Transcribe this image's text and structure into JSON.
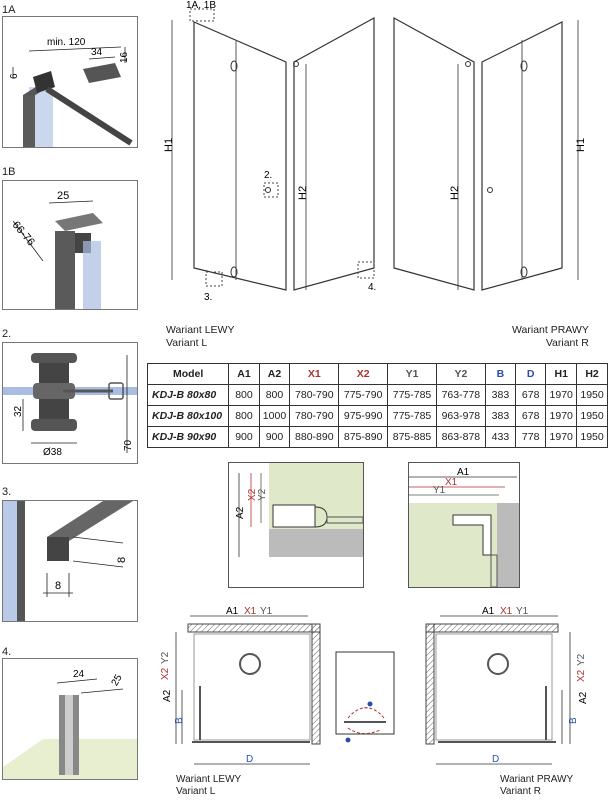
{
  "details": [
    {
      "label": "1A",
      "dims": [
        "min. 120",
        "34",
        "16",
        "6"
      ]
    },
    {
      "label": "1B",
      "dims": [
        "25",
        "66-76"
      ]
    },
    {
      "label": "2.",
      "dims": [
        "32",
        "Ø38",
        "70"
      ]
    },
    {
      "label": "3.",
      "dims": [
        "8",
        "8"
      ]
    },
    {
      "label": "4.",
      "dims": [
        "24",
        "25"
      ]
    }
  ],
  "elevation": {
    "left_tag": "1A, 1B",
    "callouts": [
      "2.",
      "3.",
      "4."
    ],
    "h1": "H1",
    "h2": "H2",
    "variant_left": [
      "Wariant LEWY",
      "Variant L"
    ],
    "variant_right": [
      "Wariant PRAWY",
      "Variant R"
    ]
  },
  "table": {
    "headers": [
      "Model",
      "A1",
      "A2",
      "X1",
      "X2",
      "Y1",
      "Y2",
      "B",
      "D",
      "H1",
      "H2"
    ],
    "header_colors": [
      "#222222",
      "#222222",
      "#222222",
      "#b03030",
      "#b03030",
      "#555555",
      "#555555",
      "#2a4fa8",
      "#2a4fa8",
      "#222222",
      "#222222"
    ],
    "rows": [
      [
        "KDJ-B 80x80",
        "800",
        "800",
        "780-790",
        "775-790",
        "775-785",
        "763-778",
        "383",
        "678",
        "1970",
        "1950"
      ],
      [
        "KDJ-B 80x100",
        "800",
        "1000",
        "780-790",
        "975-990",
        "775-785",
        "963-978",
        "383",
        "678",
        "1970",
        "1950"
      ],
      [
        "KDJ-B 90x90",
        "900",
        "900",
        "880-890",
        "875-890",
        "875-885",
        "863-878",
        "433",
        "778",
        "1970",
        "1950"
      ]
    ]
  },
  "section_labels": {
    "a2": "A2",
    "x2": "X2",
    "y2": "Y2",
    "a1": "A1",
    "x1": "X1",
    "y1": "Y1"
  },
  "plan": {
    "top_left": [
      "A1",
      "X1",
      "Y1"
    ],
    "top_right": [
      "A1",
      "X1",
      "Y1"
    ],
    "side_left": [
      "A2",
      "X2",
      "Y2"
    ],
    "side_right": [
      "A2",
      "X2",
      "Y2"
    ],
    "b": "B",
    "d": "D",
    "variant_left": [
      "Wariant LEWY",
      "Variant L"
    ],
    "variant_right": [
      "Wariant PRAWY",
      "Variant R"
    ]
  }
}
